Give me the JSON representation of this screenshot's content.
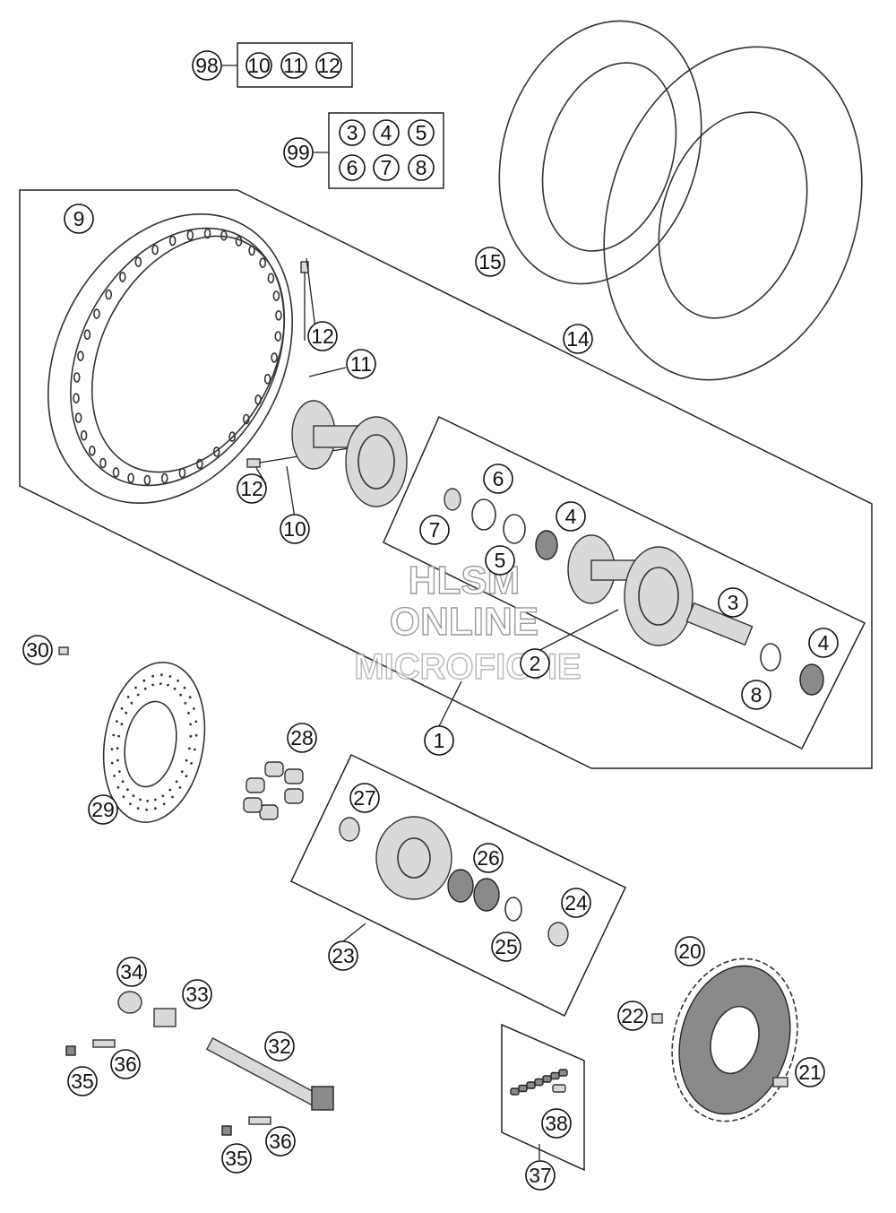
{
  "callouts": {
    "c98": "98",
    "c99": "99",
    "k10": "10",
    "k11": "11",
    "k12": "12",
    "k3": "3",
    "k4": "4",
    "k5": "5",
    "k6": "6",
    "k7": "7",
    "k8": "8",
    "p9": "9",
    "p15": "15",
    "p14": "14",
    "p12a": "12",
    "p11": "11",
    "p12b": "12",
    "p10": "10",
    "p6": "6",
    "p7": "7",
    "p4a": "4",
    "p5": "5",
    "p3": "3",
    "p4b": "4",
    "p8": "8",
    "p2": "2",
    "p1": "1",
    "p30": "30",
    "p29": "29",
    "p28": "28",
    "p27": "27",
    "p26": "26",
    "p24": "24",
    "p25": "25",
    "p23": "23",
    "p20": "20",
    "p22": "22",
    "p21": "21",
    "p34": "34",
    "p33": "33",
    "p32": "32",
    "p36a": "36",
    "p35a": "35",
    "p35b": "35",
    "p36b": "36",
    "p38": "38",
    "p37": "37"
  },
  "watermark": {
    "line1": "HLSM",
    "line2": "ONLINE",
    "line3": "MICROFICHE"
  }
}
